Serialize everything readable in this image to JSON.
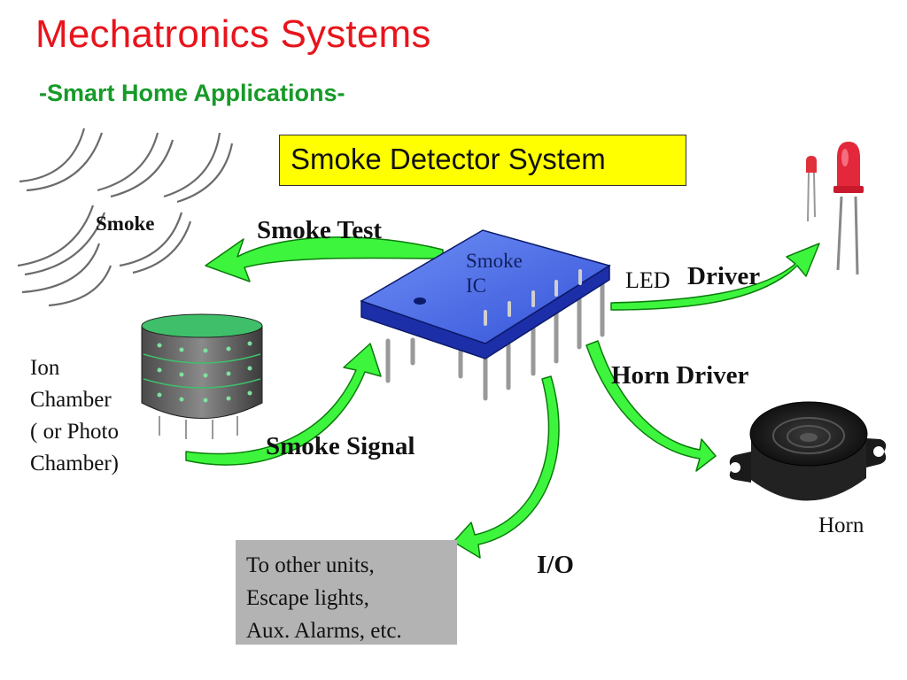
{
  "title": "Mechatronics Systems",
  "subtitle": "-Smart Home Applications-",
  "system_label": "Smoke Detector System",
  "labels": {
    "smoke": "Smoke",
    "smoke_test": "Smoke Test",
    "ic": [
      "Smoke",
      "IC"
    ],
    "led_driver": [
      "LED",
      "Driver"
    ],
    "horn_driver": "Horn Driver",
    "smoke_signal": "Smoke Signal",
    "chamber": [
      "Ion",
      "Chamber",
      "( or Photo",
      "Chamber)"
    ],
    "horn": "Horn",
    "io": "I/O"
  },
  "outputs_box": [
    "To other units,",
    "Escape lights,",
    "Aux. Alarms, etc."
  ],
  "colors": {
    "title": "#e8141c",
    "subtitle": "#169a28",
    "arrow": "#3df53d",
    "chip": "#3b5ee8",
    "highlight": "#ffff00",
    "outputs_box": "#b3b3b3"
  }
}
